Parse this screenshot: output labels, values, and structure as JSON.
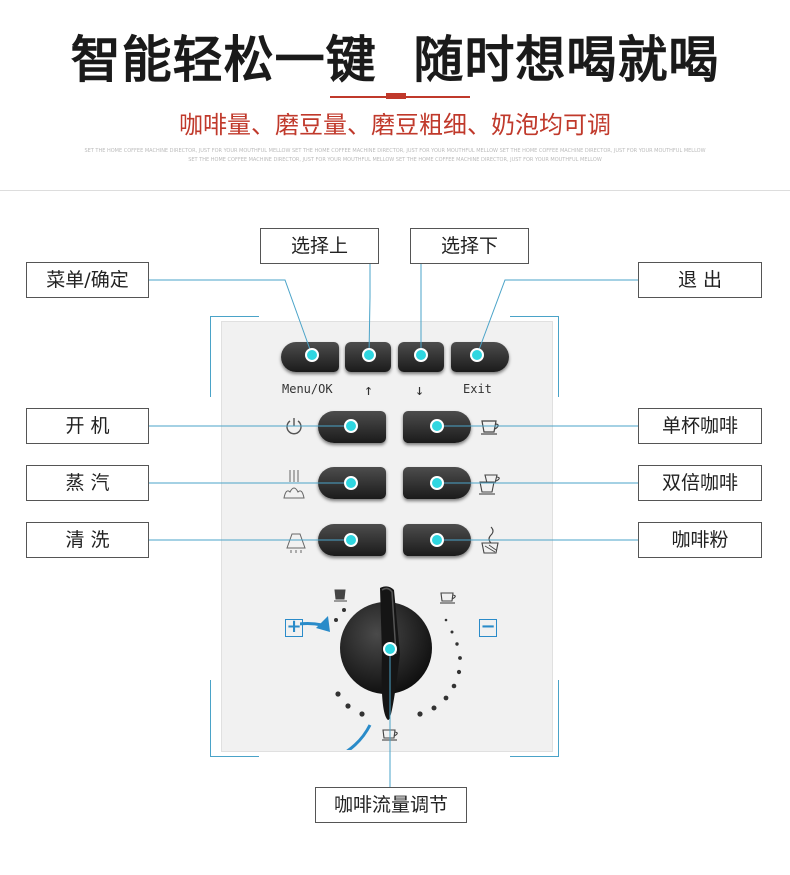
{
  "header": {
    "title": "智能轻松一键  随时想喝就喝",
    "subtitle": "咖啡量、磨豆量、磨豆粗细、奶泡均可调",
    "tagline_1": "SET THE HOME COFFEE MACHINE DIRECTOR, JUST FOR YOUR MOUTHFUL MELLOW  SET THE HOME COFFEE MACHINE DIRECTOR, JUST FOR YOUR MOUTHFUL MELLOW  SET THE HOME COFFEE MACHINE DIRECTOR, JUST FOR YOUR MOUTHFUL MELLOW",
    "tagline_2": "SET THE HOME COFFEE MACHINE DIRECTOR, JUST FOR YOUR MOUTHFUL MELLOW  SET THE HOME COFFEE MACHINE DIRECTOR, JUST FOR YOUR MOUTHFUL MELLOW"
  },
  "labels": {
    "menu_ok": "菜单/确定",
    "up": "选择上",
    "down": "选择下",
    "exit": "退 出",
    "power": "开 机",
    "steam": "蒸 汽",
    "clean": "清 洗",
    "single": "单杯咖啡",
    "double": "双倍咖啡",
    "powder": "咖啡粉",
    "knob": "咖啡流量调节"
  },
  "panel": {
    "menu_text": "Menu/OK",
    "up_arrow": "↑",
    "down_arrow": "↓",
    "exit_text": "Exit",
    "plus": "+",
    "minus": "−"
  },
  "icons": {
    "power": "power-icon",
    "steam": "steam-icon",
    "clean": "clean-icon",
    "single_cup": "single-cup-icon",
    "double_cup": "double-cup-icon",
    "powder": "powder-icon"
  },
  "colors": {
    "accent": "#c0392b",
    "line": "#4aa3c8",
    "indicator": "#2fd6e0"
  }
}
